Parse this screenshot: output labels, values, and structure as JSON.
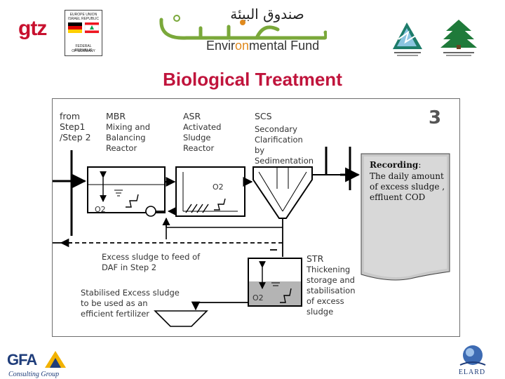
{
  "header": {
    "gtz_logo": "gtz",
    "eu_badge_lines": [
      "EUROPE UNION",
      "ISRAEL REPUBLIC",
      "FEDERAL REPUBLIC",
      "OF GERMANY"
    ],
    "fund_arabic": "صندوق البيئة",
    "fund_name_pre": "Envir",
    "fund_name_accent": "on",
    "fund_name_post": "mental Fund",
    "slide_title": "Biological Treatment"
  },
  "diagram": {
    "panel_number": "3",
    "labels": {
      "from": "from\nStep1\n/Step 2",
      "mbr_title": "MBR",
      "mbr_desc": "Mixing and\nBalancing\nReactor",
      "asr_title": "ASR",
      "asr_desc": "Activated\nSludge\nReactor",
      "scs_title": "SCS",
      "scs_desc": "Secondary\nClarification\nby\nSedimentation",
      "o2_mbr": "O2",
      "o2_asr": "O2",
      "o2_str": "O2",
      "excess": "Excess sludge to feed of\nDAF in Step 2",
      "str_title": "STR",
      "str_desc": "Thickening\nstorage and\nstabilisation\nof excess\nsludge",
      "stabilised": "Stabilised Excess sludge\nto be used as an\nefficient fertilizer"
    },
    "recording": {
      "title": "Recording",
      "text": "The daily amount\nof excess sludge ,\neffluent COD"
    },
    "colors": {
      "sludge_fill": "#b4b4b4",
      "document_fill": "#c8c8c8",
      "line": "#000000"
    }
  },
  "footer": {
    "gfa_logo": "GFA",
    "gfa_sub": "Consulting Group",
    "elard_logo": "ELARD"
  }
}
